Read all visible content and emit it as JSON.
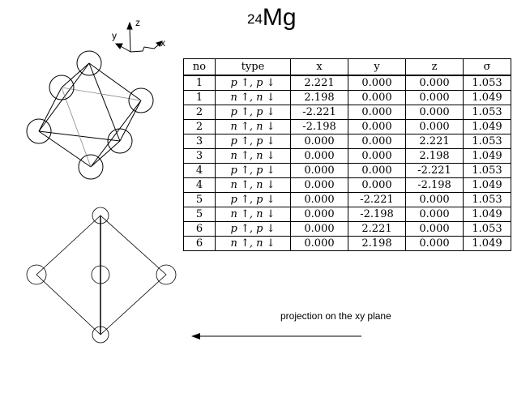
{
  "title": {
    "mass": "24",
    "element": "Mg"
  },
  "axes": {
    "x": "x",
    "y": "y",
    "z": "z"
  },
  "table": {
    "headers": [
      "no",
      "type",
      "x",
      "y",
      "z",
      "σ"
    ],
    "rows": [
      [
        "1",
        "p ↑, p ↓",
        "2.221",
        "0.000",
        "0.000",
        "1.053"
      ],
      [
        "1",
        "n ↑, n ↓",
        "2.198",
        "0.000",
        "0.000",
        "1.049"
      ],
      [
        "2",
        "p ↑, p ↓",
        "-2.221",
        "0.000",
        "0.000",
        "1.053"
      ],
      [
        "2",
        "n ↑, n ↓",
        "-2.198",
        "0.000",
        "0.000",
        "1.049"
      ],
      [
        "3",
        "p ↑, p ↓",
        "0.000",
        "0.000",
        "2.221",
        "1.053"
      ],
      [
        "3",
        "n ↑, n ↓",
        "0.000",
        "0.000",
        "2.198",
        "1.049"
      ],
      [
        "4",
        "p ↑, p ↓",
        "0.000",
        "0.000",
        "-2.221",
        "1.053"
      ],
      [
        "4",
        "n ↑, n ↓",
        "0.000",
        "0.000",
        "-2.198",
        "1.049"
      ],
      [
        "5",
        "p ↑, p ↓",
        "0.000",
        "-2.221",
        "0.000",
        "1.053"
      ],
      [
        "5",
        "n ↑, n ↓",
        "0.000",
        "-2.198",
        "0.000",
        "1.049"
      ],
      [
        "6",
        "p ↑, p ↓",
        "0.000",
        "2.221",
        "0.000",
        "1.053"
      ],
      [
        "6",
        "n ↑, n ↓",
        "0.000",
        "2.198",
        "0.000",
        "1.049"
      ]
    ]
  },
  "caption": "projection on the xy plane"
}
